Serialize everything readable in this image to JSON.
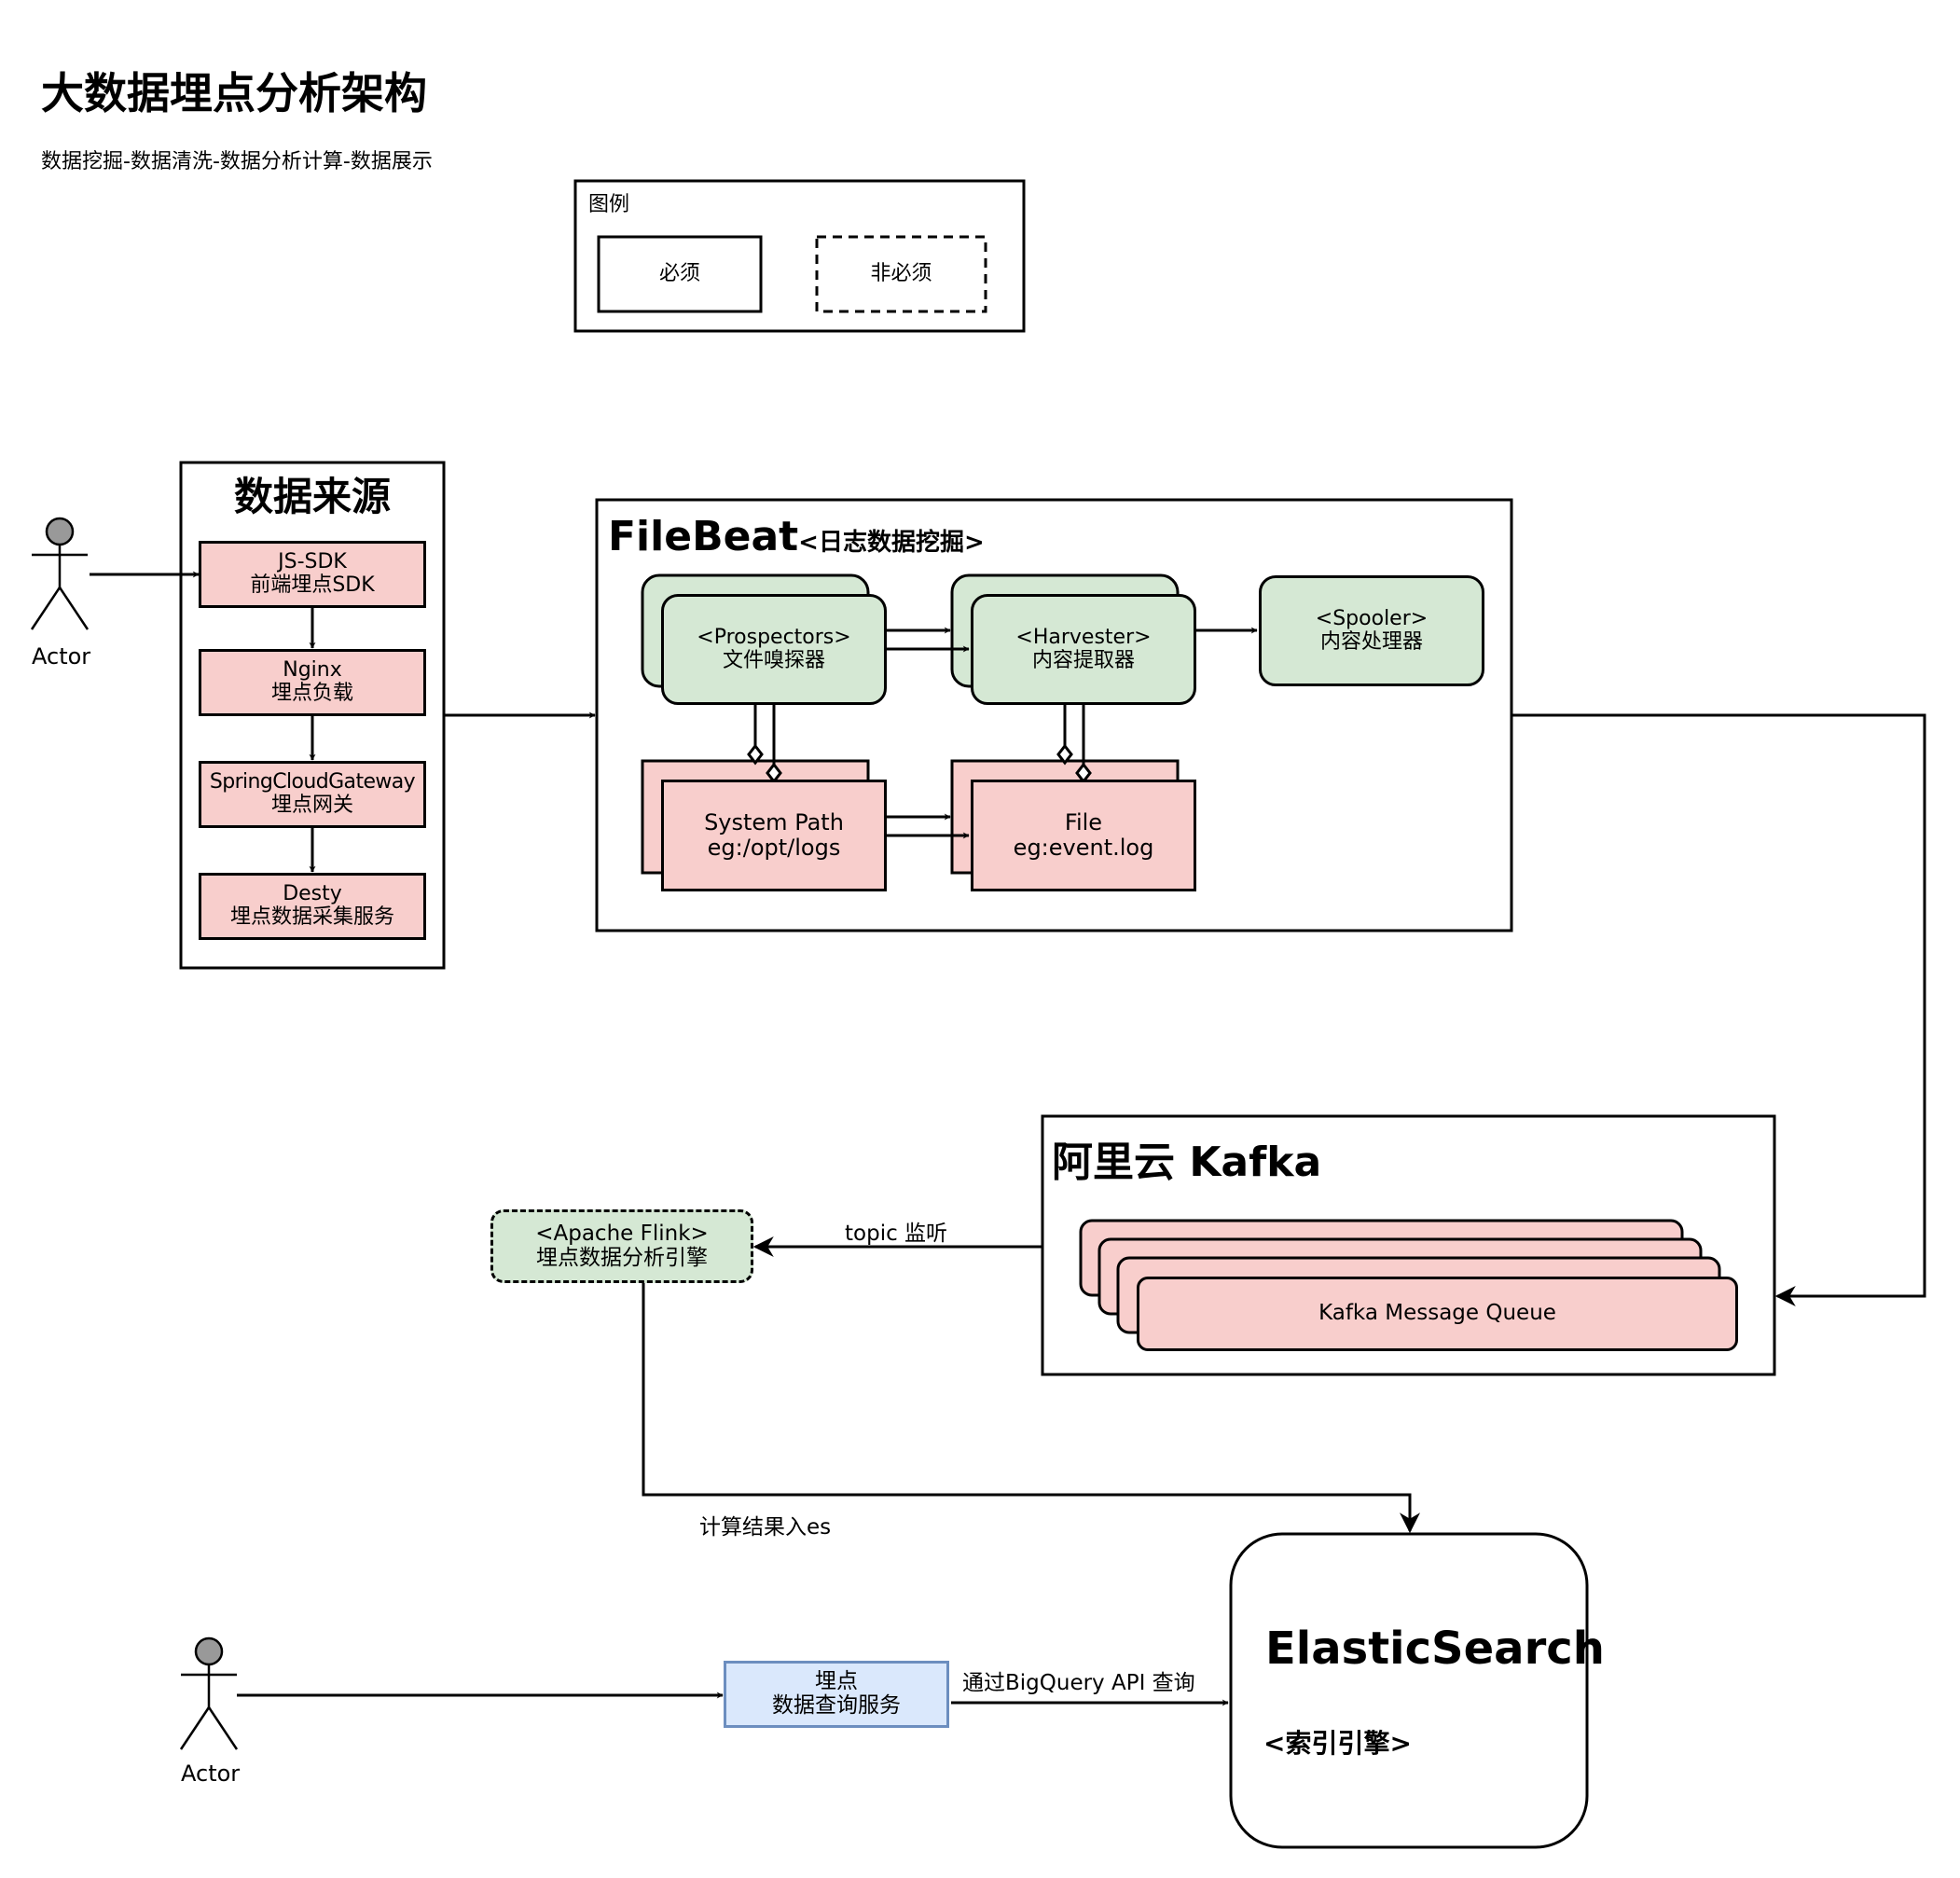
{
  "header": {
    "title": "大数据埋点分析架构",
    "subtitle": "数据挖掘-数据清洗-数据分析计算-数据展示"
  },
  "legend": {
    "title": "图例",
    "required": "必须",
    "optional": "非必须"
  },
  "actors": {
    "top_label": "Actor",
    "bottom_label": "Actor"
  },
  "data_source": {
    "title": "数据来源",
    "items": [
      {
        "line1": "JS-SDK",
        "line2": "前端埋点SDK"
      },
      {
        "line1": "Nginx",
        "line2": "埋点负载"
      },
      {
        "line1": "SpringCloudGateway",
        "line2": "埋点网关"
      },
      {
        "line1": "Desty",
        "line2": "埋点数据采集服务"
      }
    ]
  },
  "filebeat": {
    "title": "FileBeat",
    "subtitle": "<日志数据挖掘>",
    "prospectors": {
      "line1": "<Prospectors>",
      "line2": "文件嗅探器"
    },
    "harvester": {
      "line1": "<Harvester>",
      "line2": "内容提取器"
    },
    "spooler": {
      "line1": "<Spooler>",
      "line2": "内容处理器"
    },
    "system_path": {
      "line1": "System Path",
      "line2": "eg:/opt/logs"
    },
    "file": {
      "line1": "File",
      "line2": "eg:event.log"
    }
  },
  "kafka": {
    "title": "阿里云 Kafka",
    "queue_label": "Kafka Message Queue"
  },
  "flink": {
    "line1": "<Apache Flink>",
    "line2": "埋点数据分析引擎"
  },
  "edges": {
    "topic_listen": "topic 监听",
    "to_es": "计算结果入es",
    "bigquery": "通过BigQuery API 查询"
  },
  "query_service": {
    "line1": "埋点",
    "line2": "数据查询服务"
  },
  "elasticsearch": {
    "title": "ElasticSearch",
    "subtitle": "<索引引擎>"
  },
  "colors": {
    "pink": "#f8cecc",
    "green": "#d5e8d4",
    "blue": "#dae8fc",
    "blue_border": "#6c8ebf",
    "actor_head": "#999999"
  }
}
